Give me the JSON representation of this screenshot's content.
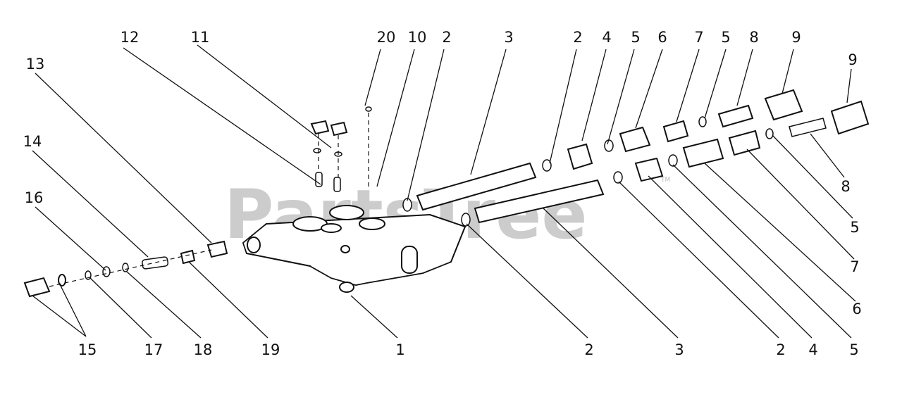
{
  "watermark": {
    "text": "PartsTree",
    "trademark": "TM"
  },
  "callouts": [
    {
      "text": "20"
    },
    {
      "text": "10"
    },
    {
      "text": "2"
    },
    {
      "text": "3"
    },
    {
      "text": "2"
    },
    {
      "text": "4"
    },
    {
      "text": "5"
    },
    {
      "text": "6"
    },
    {
      "text": "7"
    },
    {
      "text": "5"
    },
    {
      "text": "8"
    },
    {
      "text": "9"
    },
    {
      "text": "9"
    },
    {
      "text": "8"
    },
    {
      "text": "5"
    },
    {
      "text": "7"
    },
    {
      "text": "6"
    },
    {
      "text": "12"
    },
    {
      "text": "11"
    },
    {
      "text": "13"
    },
    {
      "text": "14"
    },
    {
      "text": "16"
    },
    {
      "text": "15"
    },
    {
      "text": "17"
    },
    {
      "text": "18"
    },
    {
      "text": "19"
    },
    {
      "text": "1"
    },
    {
      "text": "2"
    },
    {
      "text": "3"
    },
    {
      "text": "2"
    },
    {
      "text": "4"
    },
    {
      "text": "5"
    }
  ]
}
